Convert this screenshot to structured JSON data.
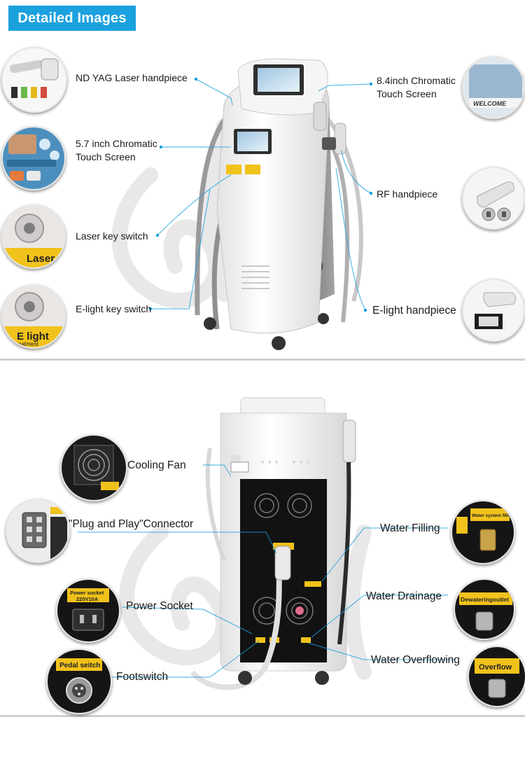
{
  "header": {
    "title": "Detailed Images"
  },
  "front_view": {
    "callouts": [
      {
        "id": "nd-yag",
        "label": "ND YAG Laser handpiece"
      },
      {
        "id": "screen-57",
        "label": "5.7 inch Chromatic\nTouch Screen"
      },
      {
        "id": "laser-key",
        "label": "Laser key switch"
      },
      {
        "id": "elight-key",
        "label": "E-light key switch"
      },
      {
        "id": "screen-84",
        "label": "8.4inch Chromatic\nTouch Screen"
      },
      {
        "id": "rf",
        "label": "RF handpiece"
      },
      {
        "id": "elight-hp",
        "label": "E-light handpiece"
      }
    ],
    "thumb_text": {
      "laser_key": "Laser",
      "elight_key": "E light",
      "elight_key_sub": "eatment",
      "screen_84": "WELCOME"
    }
  },
  "back_view": {
    "callouts": [
      {
        "id": "fan",
        "label": "Cooling Fan"
      },
      {
        "id": "plug",
        "label": "\"Plug and Play\"Connector"
      },
      {
        "id": "power",
        "label": "Power Socket"
      },
      {
        "id": "foot",
        "label": "Footswitch"
      },
      {
        "id": "fill",
        "label": "Water Filling"
      },
      {
        "id": "drain",
        "label": "Water Drainage"
      },
      {
        "id": "overflow",
        "label": "Water Overflowing"
      }
    ],
    "thumb_text": {
      "power_line1": "Power socket",
      "power_line2": "220V10A",
      "pedal": "Pedal seitch",
      "fill": "Water system filler",
      "drain": "Dewateringoutlet",
      "overflow": "Overflow"
    }
  },
  "colors": {
    "header_bg": "#1aa1de",
    "leader_line": "#1aa1de",
    "label_yellow": "#f1c21b",
    "machine_white": "#f4f4f4",
    "machine_grey": "#8a8a8a",
    "back_panel": "#121212",
    "watermark": "#e3e3e3"
  }
}
